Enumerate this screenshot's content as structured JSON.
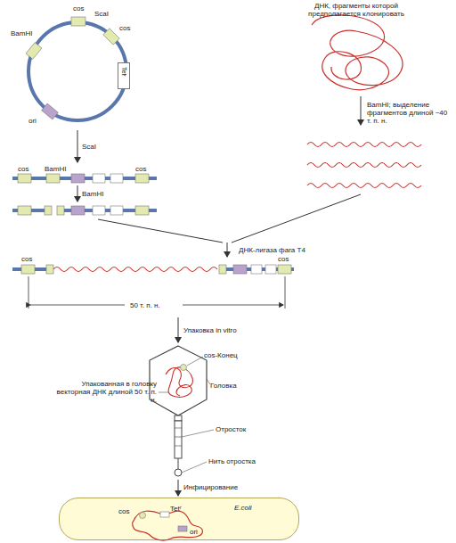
{
  "diagram": {
    "nodes": [
      {
        "text": [
          "Tetʳ"
        ]
      },
      {
        "text": [
          "E.coli",
          "cos",
          "Tetʳ",
          "ori"
        ]
      }
    ],
    "labels": [
      "cos",
      "ScaI",
      "BamHI",
      "cos",
      "ДНК, фрагменты которой предполагается клонировать",
      "ori",
      "ScaI",
      "cos",
      "BamHI",
      "cos",
      "BamHI",
      "BamHI; выделение фрагментов длиной ~40 т. п. н.",
      "ДНК-лигаза фага T4",
      "cos",
      "cos",
      "50 т. п. н.",
      "Упаковка in vitro",
      "cos-Конец",
      "Головка",
      "Упакованная в головку векторная ДНК длиной 50 т. п. н.",
      "Отросток",
      "Нить отростка",
      "Инфицирование"
    ]
  }
}
